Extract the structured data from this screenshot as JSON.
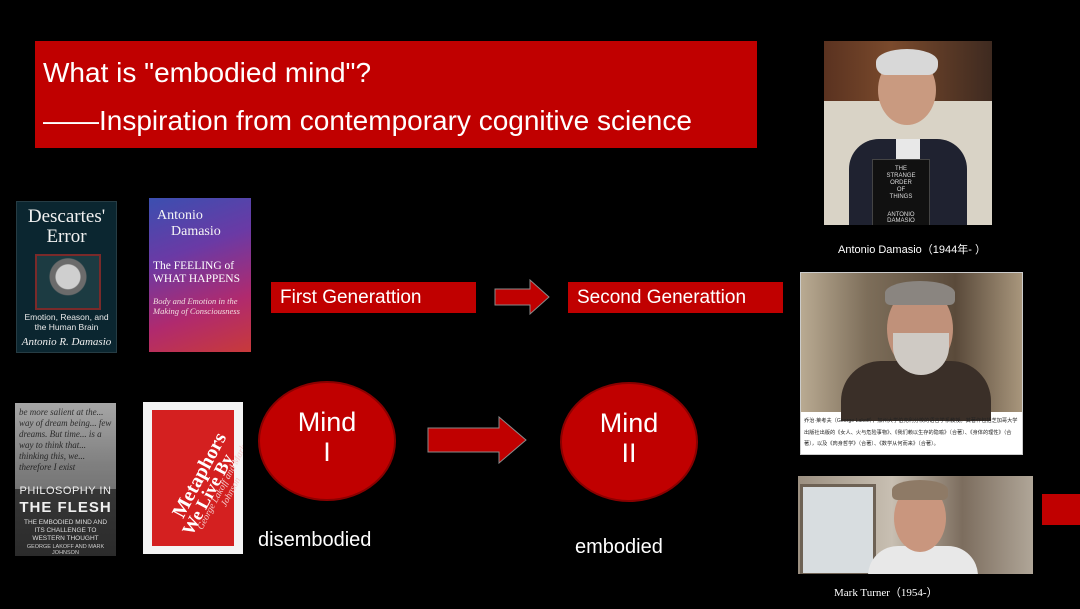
{
  "title": {
    "line1": "What is \"embodied mind\"?",
    "line2": "——Inspiration from contemporary cognitive science"
  },
  "books": {
    "descartes": {
      "title1": "Descartes'",
      "title2": "Error",
      "subtitle": "Emotion, Reason, and the Human Brain",
      "author": "Antonio R. Damasio"
    },
    "feeling": {
      "author1": "Antonio",
      "author2": "Damasio",
      "title": "The FEELING of WHAT HAPPENS",
      "subtitle": "Body and Emotion in the Making of Consciousness"
    },
    "philosophy": {
      "background_text": "be more salient at the... way of dream being... few dreams. But time... is a way to think that... thinking this, we... therefore I exist",
      "title1": "PHILOSOPHY IN",
      "title2": "THE FLESH",
      "subtitle": "THE EMBODIED MIND AND ITS CHALLENGE TO WESTERN THOUGHT",
      "authors": "GEORGE LAKOFF AND MARK JOHNSON"
    },
    "metaphors": {
      "title1": "Metaphors",
      "title2": "We Live By",
      "authors": "George Lakoff and Mark Johnson"
    }
  },
  "generations": {
    "first": "First Generattion",
    "second": "Second Generattion"
  },
  "minds": {
    "one": {
      "word": "Mind",
      "numeral": "I"
    },
    "two": {
      "word": "Mind",
      "numeral": "II"
    }
  },
  "labels": {
    "disembodied": "disembodied",
    "embodied": "embodied"
  },
  "portraits": {
    "damasio": {
      "caption": "Antonio Damasio（1944年- ）",
      "book_line1": "THE",
      "book_line2": "STRANGE",
      "book_line3": "ORDER",
      "book_line4": "OF",
      "book_line5": "THINGS",
      "book_author": "ANTONIO DAMASIO"
    },
    "lakoff": {
      "caption": "乔治·莱考夫（George Lakoff），加州大学伯克利分校的语言学系教授。其著作包括芝加哥大学出版社出版的《女人、火与危险事物》、《我们赖以生存的隐喻》（合著）、《身体的理性》（合著），以及《肉身哲学》（合著）、《数学从何而来》（合著）。"
    },
    "turner": {
      "caption": "Mark Turner（1954-）"
    }
  },
  "colors": {
    "accent": "#c00000",
    "background": "#000000",
    "text": "#ffffff"
  }
}
